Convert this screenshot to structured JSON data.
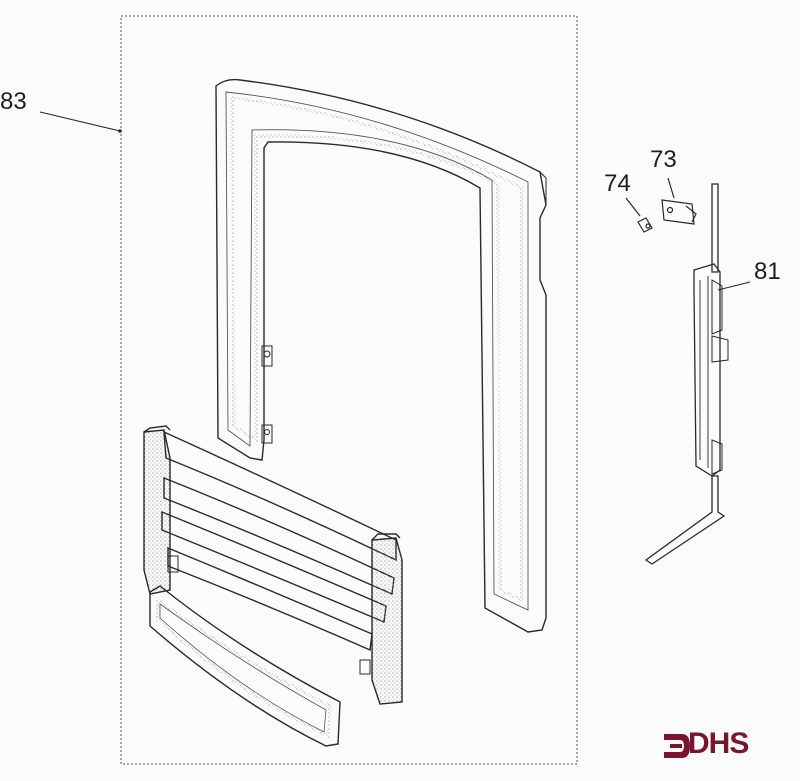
{
  "diagram": {
    "callouts": [
      {
        "id": "83",
        "label": "83"
      },
      {
        "id": "74",
        "label": "74"
      },
      {
        "id": "73",
        "label": "73"
      },
      {
        "id": "81",
        "label": "81"
      }
    ]
  },
  "logo": {
    "text": "DHS",
    "color": "#7a1530"
  },
  "colors": {
    "line": "#2a2a2a",
    "stipple": "#8a8a8a",
    "background": "#fbfbfb"
  }
}
